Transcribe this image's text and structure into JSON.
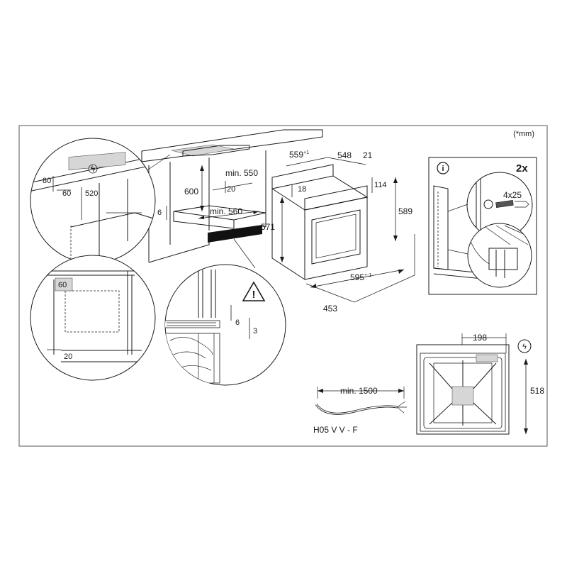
{
  "unit_note": "(*mm)",
  "cabinet": {
    "hob_height": "80",
    "hob_offset": "60",
    "cabinet_depth": "520",
    "niche_height": "600",
    "niche_depth": "min. 550",
    "rear_gap": "20",
    "plinth": "6",
    "niche_width": "min. 560"
  },
  "detail_top": {
    "label": "60"
  },
  "detail_bottom": {
    "label": "20"
  },
  "detail_gap": {
    "gap": "6",
    "offset": "3"
  },
  "oven": {
    "width_top": "559",
    "width_top_tol": "+1",
    "depth": "548",
    "front_offset": "21",
    "panel_offset": "18",
    "panel_height": "114",
    "height": "589",
    "front_height": "571",
    "width_bottom": "595",
    "width_bottom_tol": "+-1",
    "depth_bottom": "453"
  },
  "mounting": {
    "info_icon": "i",
    "count": "2x",
    "screw": "4x25"
  },
  "cable": {
    "length": "min. 1500",
    "type": "H05 V V - F"
  },
  "front_view": {
    "socket_offset": "198",
    "socket_height": "518"
  },
  "icons": {
    "electric": "lightning-icon",
    "warning": "warning-icon",
    "info": "info-icon"
  }
}
